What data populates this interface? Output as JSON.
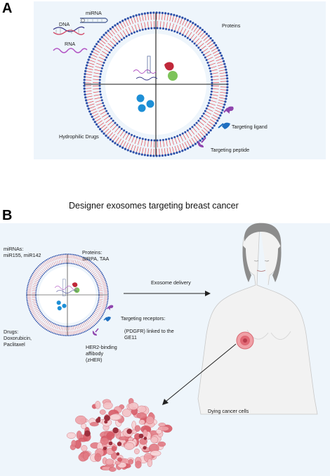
{
  "panel_a": {
    "letter": "A",
    "labels": {
      "dna": "DNA",
      "mirna": "miRNA",
      "rna": "RNA",
      "proteins": "Proteins",
      "hydrophilic_drugs": "Hydrophilic Drugs",
      "targeting_ligand": "Targeting ligand",
      "targeting_peptide": "Targeting peptide"
    }
  },
  "panel_b": {
    "title": "Designer exosomes targeting breast cancer",
    "letter": "B",
    "labels": {
      "mirnas": "miRNAs:\nmiR155, miR142",
      "proteins": "Proteins:\nSIRPA, TAA",
      "drugs": "Drugs:\nDoxorubicin,\nPaclitaxel",
      "exosome_delivery": "Exosome delivery",
      "targeting_receptors": "Targeting receptors:",
      "pdgfr": "(PDGFR) linked to the\nGE11",
      "her2": "HER2-binding\naffibody\n(zHER)",
      "dying_cells": "Dying cancer cells"
    }
  },
  "colors": {
    "panel_bg": "#eef5fb",
    "lipid_head": "#2b4fa8",
    "lipid_tail": "#e2474f",
    "drug_blue": "#1e8fd6",
    "protein_red": "#c0283a",
    "protein_green": "#7dc35a",
    "ligand_purple": "#8e44ad",
    "ligand_blue": "#1f6fc0",
    "tumor_pink": "#e27b84"
  },
  "icons": [
    "dna-helix-icon",
    "mirna-hairpin-icon",
    "rna-strand-icon",
    "exosome-icon",
    "human-torso-icon",
    "tumor-cluster-icon"
  ]
}
